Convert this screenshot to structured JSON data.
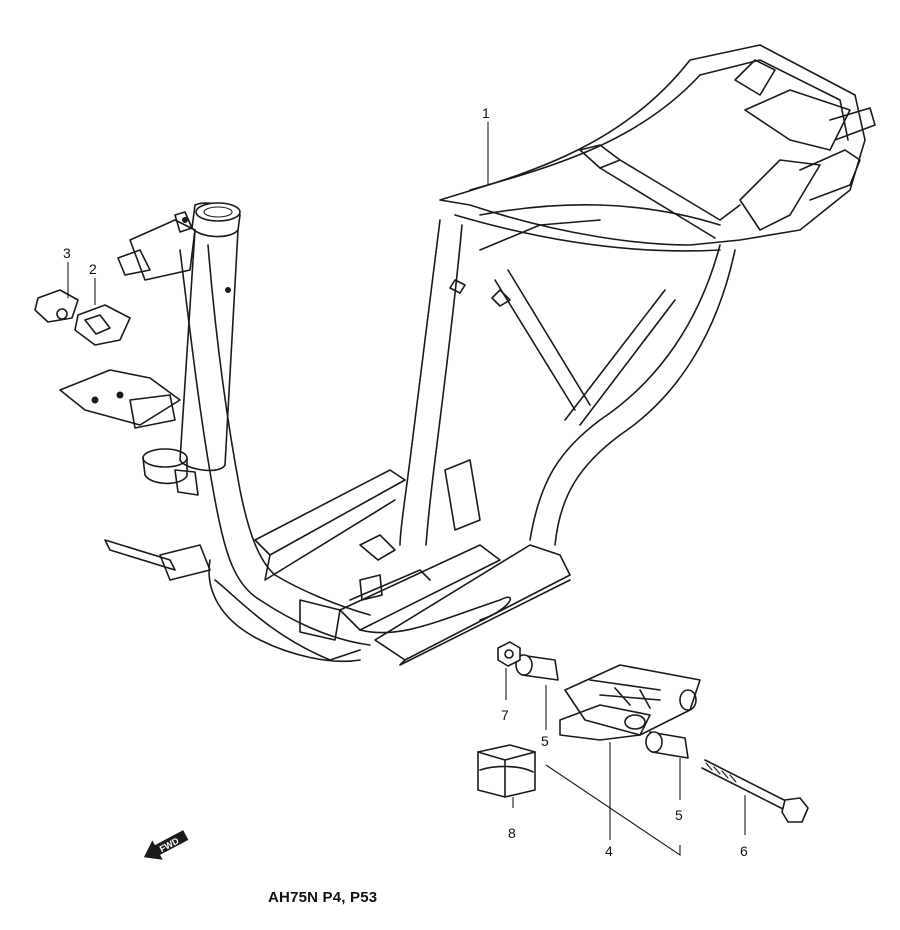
{
  "callouts": [
    {
      "id": "1",
      "label": "1"
    },
    {
      "id": "2",
      "label": "2"
    },
    {
      "id": "3",
      "label": "3"
    },
    {
      "id": "4",
      "label": "4"
    },
    {
      "id": "5a",
      "label": "5"
    },
    {
      "id": "5b",
      "label": "5"
    },
    {
      "id": "6",
      "label": "6"
    },
    {
      "id": "7",
      "label": "7"
    },
    {
      "id": "8",
      "label": "8"
    }
  ],
  "fwd_arrow": {
    "label": "FWD",
    "icon": "fwd-arrow-icon"
  },
  "caption": "AH75N P4, P53",
  "colors": {
    "ink": "#1a1a1a",
    "background": "#ffffff"
  }
}
